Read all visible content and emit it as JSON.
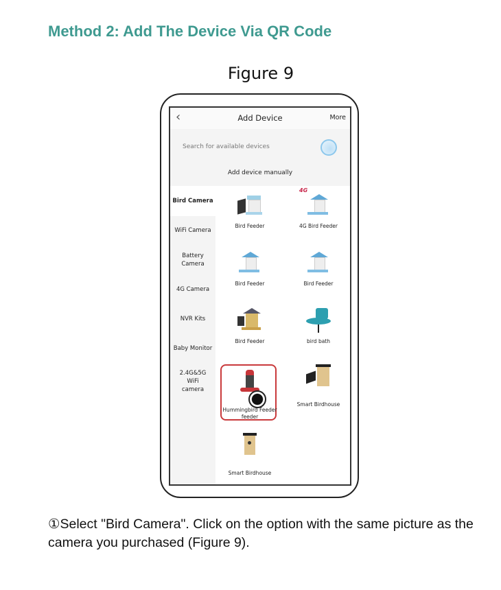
{
  "heading": "Method 2: Add The Device Via QR Code",
  "figure_label": "Figure 9",
  "app": {
    "title": "Add Device",
    "more": "More",
    "back_icon": "chevron-left-icon",
    "search_text": "Search for available devices",
    "add_manually": "Add device manually",
    "categories": [
      "Bird Camera",
      "WiFi Camera",
      "Battery Camera",
      "4G Camera",
      "NVR Kits",
      "Baby Monitor",
      "2.4G&5G WiFi camera"
    ],
    "selected_category": "Bird Camera",
    "badge_4g": "4G",
    "devices": [
      "Bird Feeder",
      "4G Bird Feeder",
      "Bird Feeder",
      "Bird Feeder",
      "Bird Feeder",
      "bird bath",
      "Hummingbird Feeder feeder",
      "Smart Birdhouse",
      "Smart Birdhouse"
    ],
    "highlight_color": "#c9393b"
  },
  "caption": "①Select \"Bird Camera\". Click on the option with the same picture as the camera you purchased (Figure 9)."
}
